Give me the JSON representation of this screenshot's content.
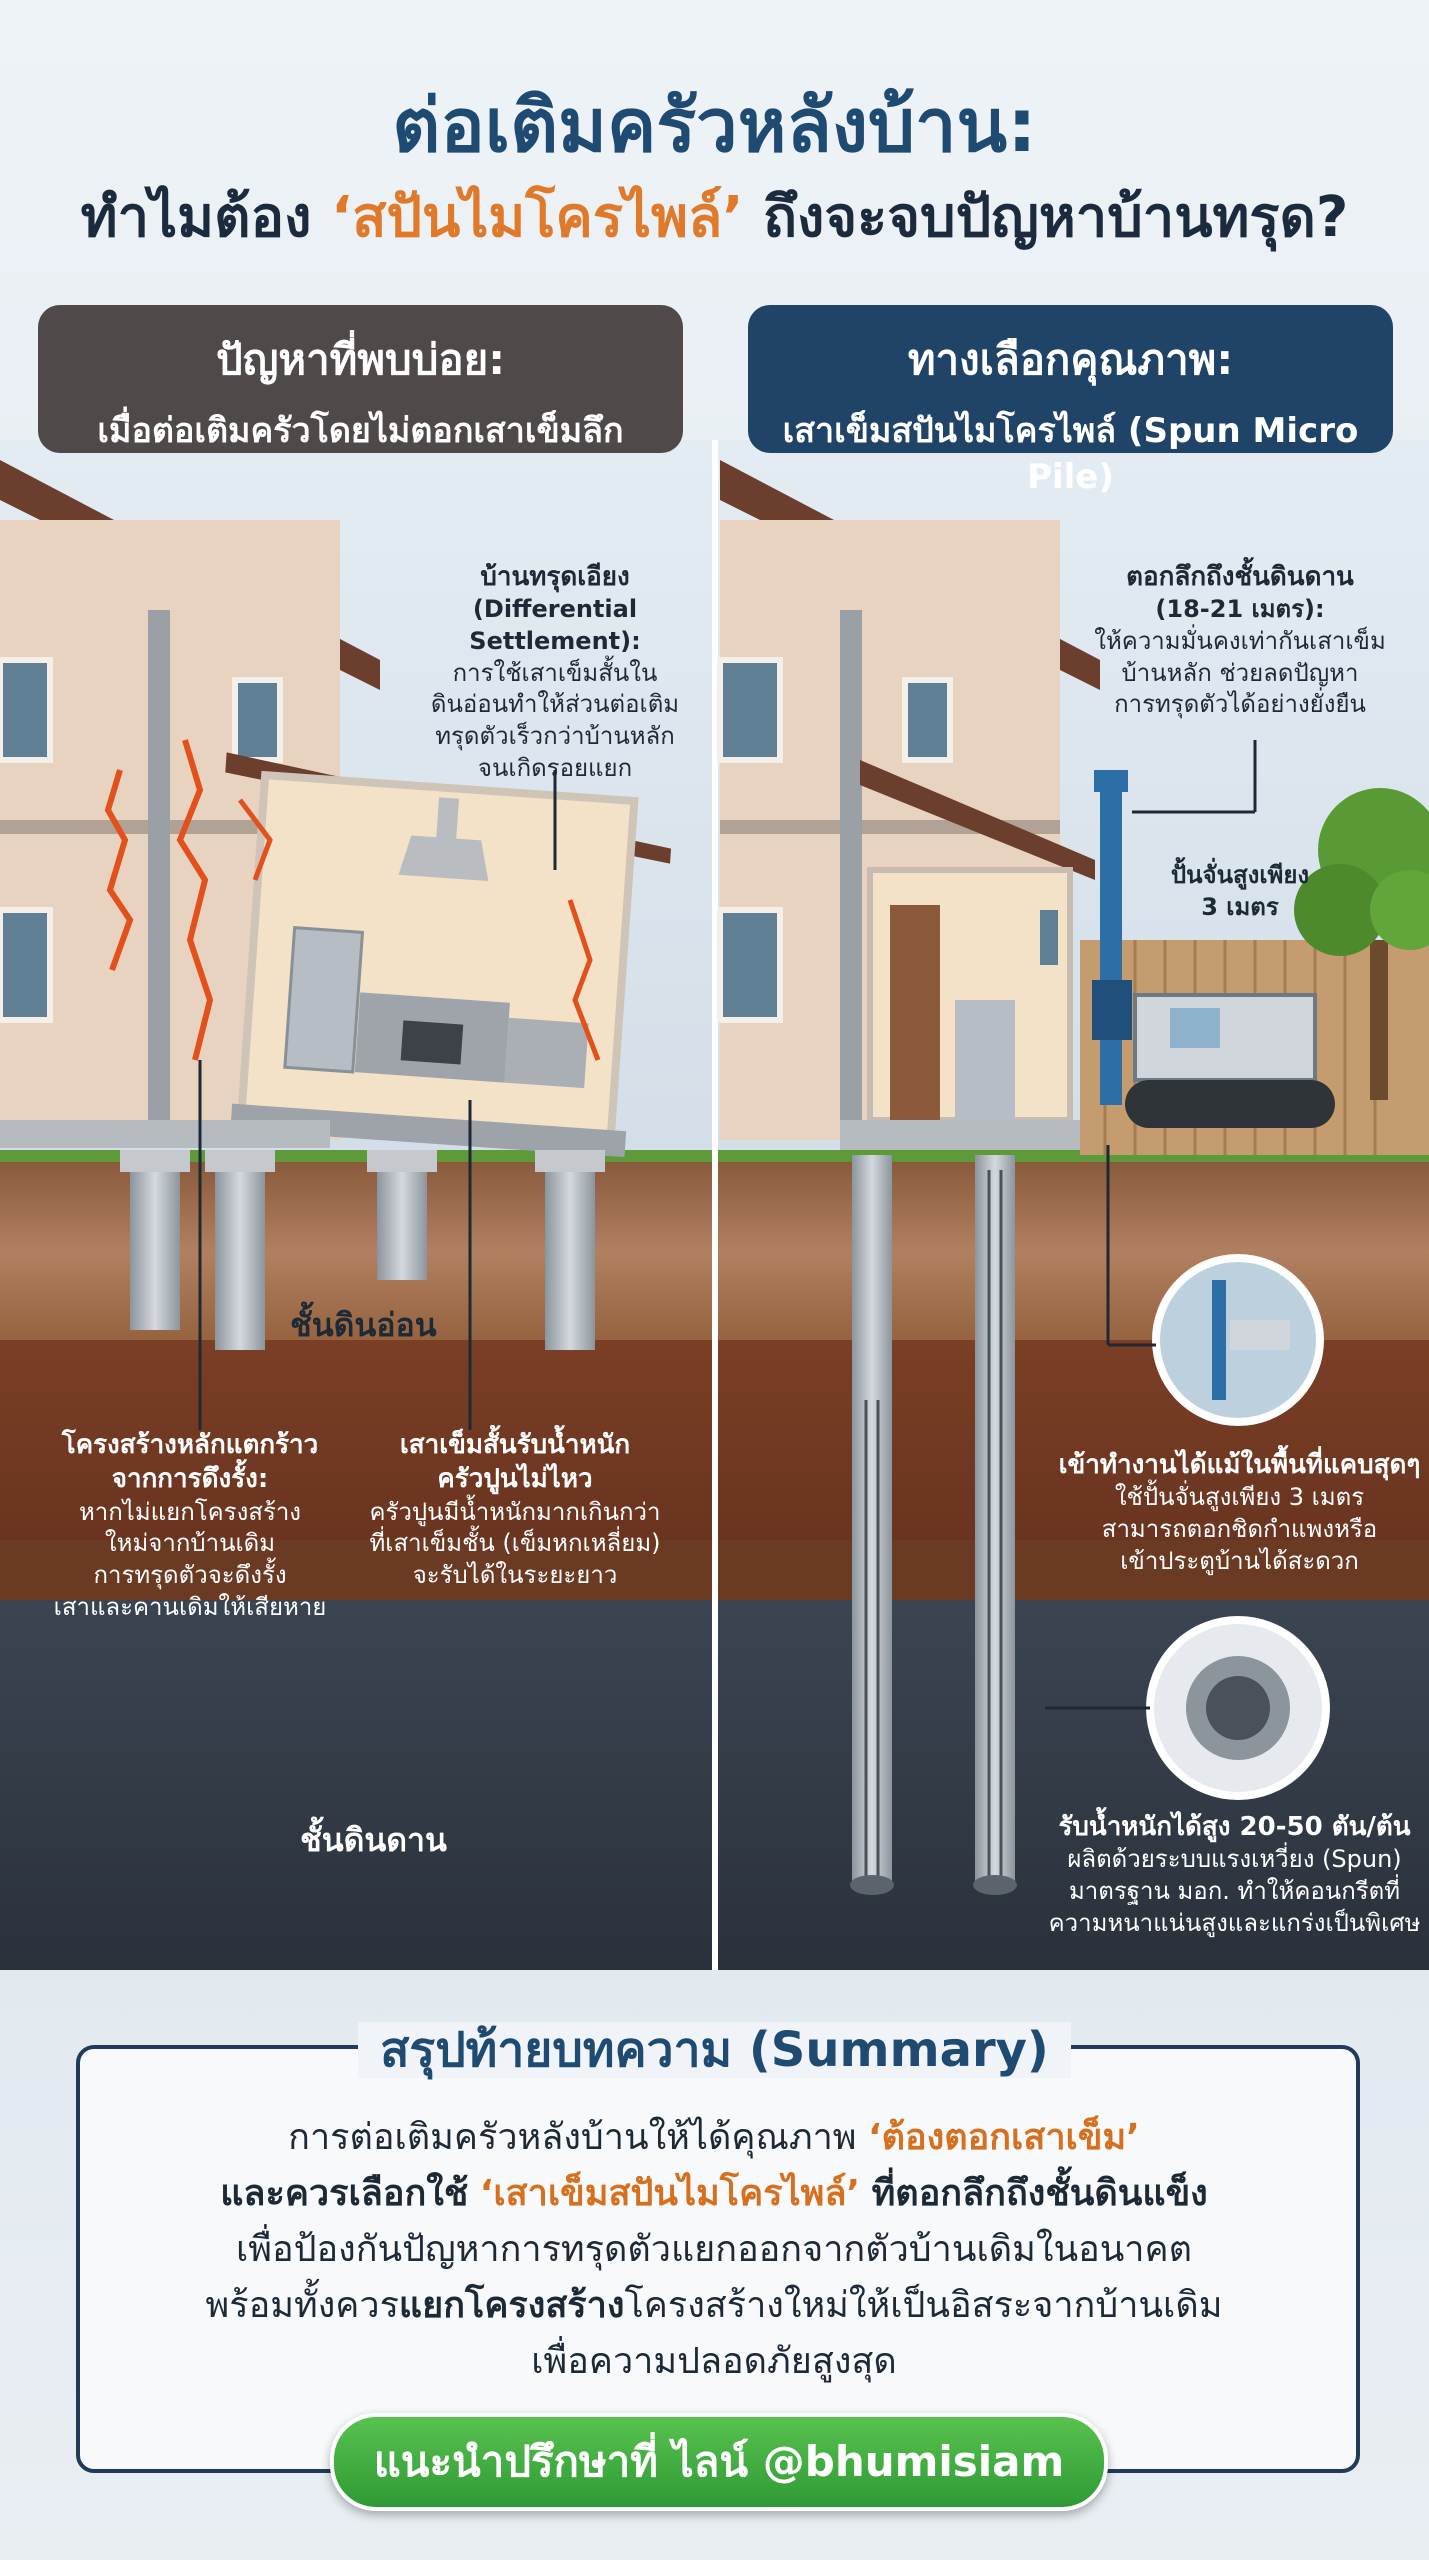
{
  "header": {
    "title_line1": "ต่อเติมครัวหลังบ้าน:",
    "title_line2_prefix": "ทำไมต้อง",
    "title_line2_accent": "‘สปันไมโครไพล์’",
    "title_line2_suffix": "ถึงจะจบปัญหาบ้านทรุด?"
  },
  "left_panel": {
    "heading_line1": "ปัญหาที่พบบ่อย:",
    "heading_line2": "เมื่อต่อเติมครัวโดยไม่ตอกเสาเข็มลึก",
    "settlement": {
      "title": "บ้านทรุดเอียง",
      "subtitle": "(Differential Settlement):",
      "body": [
        "การใช้เสาเข็มสั้นใน",
        "ดินอ่อนทำให้ส่วนต่อเติม",
        "ทรุดตัวเร็วกว่าบ้านหลัก",
        "จนเกิดรอยแยก"
      ]
    },
    "soft_soil_label": "ชั้นดินอ่อน",
    "crack": {
      "title": [
        "โครงสร้างหลักแตกร้าว",
        "จากการดึงรั้ง:"
      ],
      "body": [
        "หากไม่แยกโครงสร้าง",
        "ใหม่จากบ้านเดิม",
        "การทรุดตัวจะดึงรั้ง",
        "เสาและคานเดิมให้เสียหาย"
      ]
    },
    "short_pile": {
      "title": [
        "เสาเข็มสั้นรับน้ำหนัก",
        "ครัวปูนไม่ไหว"
      ],
      "body": [
        "ครัวปูนมีน้ำหนักมากเกินกว่า",
        "ที่เสาเข็มชั้น (เข็มหกเหลี่ยม)",
        "จะรับได้ในระยะยาว"
      ]
    },
    "hard_soil_label": "ชั้นดินดาน"
  },
  "right_panel": {
    "heading_line1": "ทางเลือกคุณภาพ:",
    "heading_line2": "เสาเข็มสปันไมโครไพล์ (Spun Micro Pile)",
    "depth": {
      "title": "ตอกลึกถึงชั้นดินดาน",
      "subtitle": "(18-21 เมตร):",
      "body": [
        "ให้ความมั่นคงเท่ากันเสาเข็ม",
        "บ้านหลัก ช่วยลดปัญหา",
        "การทรุดตัวได้อย่างยั่งยืน"
      ]
    },
    "crane": {
      "line1": "ปั้นจั่นสูงเพียง",
      "line2": "3 เมตร"
    },
    "access": {
      "title": "เข้าทำงานได้แม้ในพื้นที่แคบสุดๆ",
      "body": [
        "ใช้ปั้นจั่นสูงเพียง 3 เมตร",
        "สามารถตอกชิดกำแพงหรือ",
        "เข้าประตูบ้านได้สะดวก"
      ]
    },
    "load": {
      "title": "รับน้ำหนักได้สูง 20-50 ตัน/ต้น",
      "body": [
        "ผลิตด้วยระบบแรงเหวี่ยง (Spun)",
        "มาตรฐาน มอก. ทำให้คอนกรีตที่",
        "ความหนาแน่นสูงและแกร่งเป็นพิเศษ"
      ]
    }
  },
  "summary": {
    "title": "สรุปท้ายบทความ (Summary)",
    "line1_prefix": "การต่อเติมครัวหลังบ้านให้ได้คุณภาพ",
    "line1_accent": "‘ต้องตอกเสาเข็ม’",
    "line2_prefix": "และควรเลือกใช้",
    "line2_accent": "‘เสาเข็มสปันไมโครไพล์’",
    "line2_suffix": "ที่ตอกลึกถึงชั้นดินแข็ง",
    "line3": "เพื่อป้องกันปัญหาการทรุดตัวแยกออกจากตัวบ้านเดิมในอนาคต",
    "line4_prefix": "พร้อมทั้งควร",
    "line4_bold": "แยกโครงสร้าง",
    "line4_suffix": "โครงสร้างใหม่ให้เป็นอิสระจากบ้านเดิม",
    "line5": "เพื่อความปลอดภัยสูงสุด"
  },
  "cta": {
    "label": "แนะนำปรึกษาที่ ไลน์ @bhumisiam"
  },
  "colors": {
    "title_blue": "#1f4b73",
    "accent_orange": "#e07a2a",
    "left_header": "#4f4a49",
    "right_header": "#1f4468",
    "cta_green": "#3fae3c"
  }
}
